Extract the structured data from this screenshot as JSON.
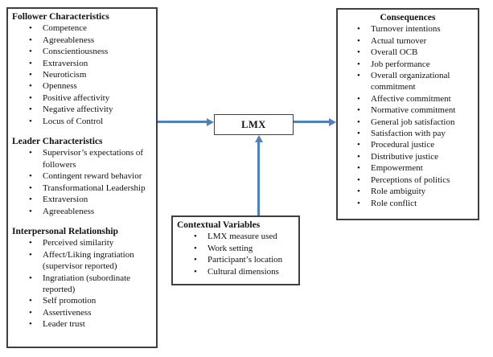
{
  "colors": {
    "arrow": "#4f81bd",
    "border": "#3f3f3f"
  },
  "diagram": {
    "antecedents": {
      "sections": [
        {
          "title": "Follower Characteristics",
          "items": [
            "Competence",
            "Agreeableness",
            "Conscientiousness",
            "Extraversion",
            "Neuroticism",
            "Openness",
            "Positive affectivity",
            "Negative affectivity",
            "Locus of Control"
          ]
        },
        {
          "title": "Leader Characteristics",
          "items": [
            "Supervisor’s expectations of followers",
            "Contingent reward behavior",
            "Transformational Leadership",
            "Extraversion",
            "Agreeableness"
          ]
        },
        {
          "title": "Interpersonal Relationship",
          "items": [
            "Perceived similarity",
            "Affect/Liking ingratiation (supervisor reported)",
            "Ingratiation (subordinate reported)",
            "Self promotion",
            "Assertiveness",
            "Leader trust"
          ]
        }
      ]
    },
    "lmx": {
      "label": "LMX"
    },
    "contextual": {
      "title": "Contextual Variables",
      "items": [
        "LMX measure used",
        "Work setting",
        "Participant’s location",
        "Cultural dimensions"
      ]
    },
    "consequences": {
      "title": "Consequences",
      "items": [
        "Turnover intentions",
        "Actual turnover",
        "Overall OCB",
        "Job performance",
        "Overall organizational commitment",
        "Affective commitment",
        "Normative commitment",
        "General job satisfaction",
        "Satisfaction with pay",
        "Procedural justice",
        "Distributive justice",
        "Empowerment",
        "Perceptions of politics",
        "Role ambiguity",
        "Role conflict"
      ]
    }
  }
}
